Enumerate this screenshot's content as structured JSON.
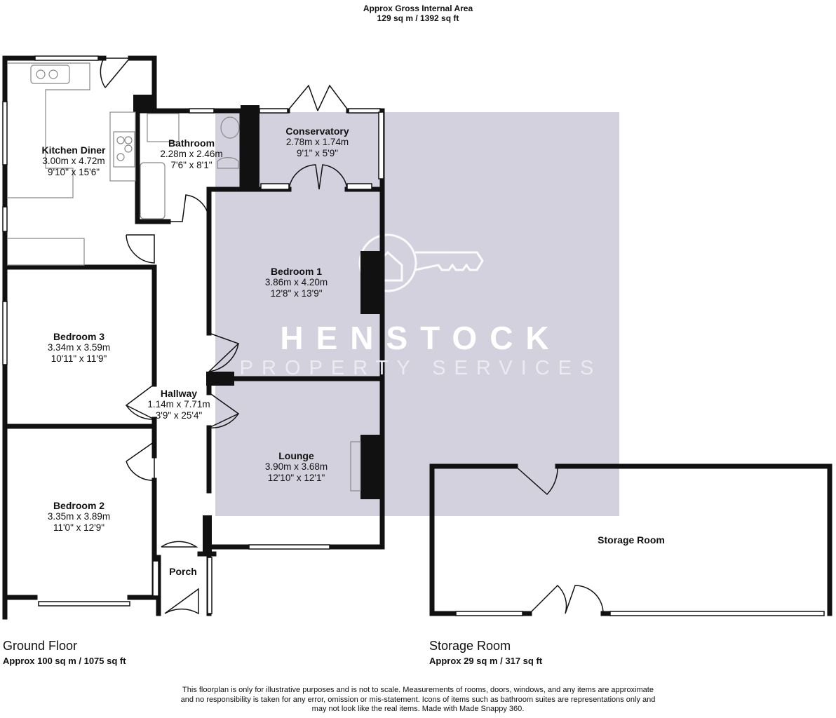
{
  "header": {
    "line1": "Approx Gross Internal Area",
    "line2": "129 sq m / 1392 sq ft"
  },
  "watermark": {
    "brand": "HENSTOCK",
    "tagline": "PROPERTY SERVICES",
    "logo_icon": "house-key-icon",
    "background_color": "#d4d1de"
  },
  "rooms": [
    {
      "name": "Kitchen Diner",
      "metric": "3.00m x 4.72m",
      "imperial": "9'10\" x 15'6\""
    },
    {
      "name": "Bathroom",
      "metric": "2.28m x 2.46m",
      "imperial": "7'6\" x 8'1\""
    },
    {
      "name": "Conservatory",
      "metric": "2.78m x 1.74m",
      "imperial": "9'1\" x 5'9\""
    },
    {
      "name": "Bedroom 1",
      "metric": "3.86m x 4.20m",
      "imperial": "12'8\" x 13'9\""
    },
    {
      "name": "Bedroom 3",
      "metric": "3.34m x 3.59m",
      "imperial": "10'11\" x 11'9\""
    },
    {
      "name": "Hallway",
      "metric": "1.14m x 7.71m",
      "imperial": "3'9\" x 25'4\""
    },
    {
      "name": "Lounge",
      "metric": "3.90m x 3.68m",
      "imperial": "12'10\" x 12'1\""
    },
    {
      "name": "Bedroom 2",
      "metric": "3.35m x 3.89m",
      "imperial": "11'0\" x 12'9\""
    },
    {
      "name": "Porch"
    },
    {
      "name": "Storage Room"
    }
  ],
  "floors": [
    {
      "name": "Ground Floor",
      "area": "Approx 100 sq m / 1075 sq ft"
    },
    {
      "name": "Storage Room",
      "area": "Approx 29 sq m / 317 sq ft"
    }
  ],
  "disclaimer": {
    "line1": "This floorplan is only for illustrative purposes and is not to scale. Measurements of rooms, doors, windows, and any items are approximate",
    "line2": "and no responsibility is taken for any error, omission or mis-statement. Icons of items such as bathroom suites are representations only and",
    "line3": "may not look like the real items. Made with Made Snappy 360."
  },
  "colors": {
    "wall": "#111111",
    "fixture": "#888888"
  }
}
